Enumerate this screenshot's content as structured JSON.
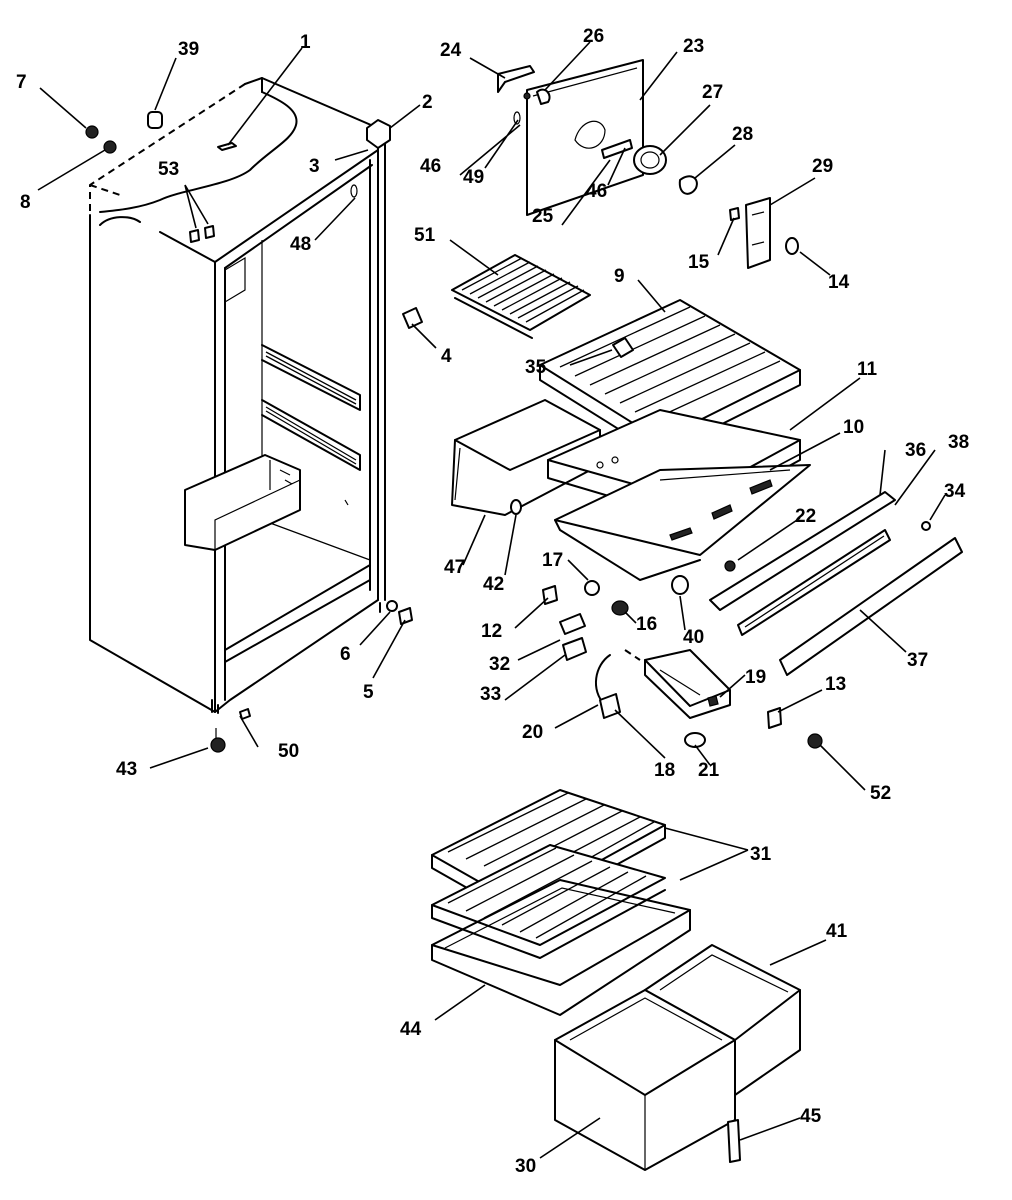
{
  "diagram": {
    "callouts": [
      {
        "id": "c1",
        "text": "1"
      },
      {
        "id": "c2",
        "text": "2"
      },
      {
        "id": "c3",
        "text": "3"
      },
      {
        "id": "c4",
        "text": "4"
      },
      {
        "id": "c5",
        "text": "5"
      },
      {
        "id": "c6",
        "text": "6"
      },
      {
        "id": "c7",
        "text": "7"
      },
      {
        "id": "c8",
        "text": "8"
      },
      {
        "id": "c9",
        "text": "9"
      },
      {
        "id": "c10",
        "text": "10"
      },
      {
        "id": "c11",
        "text": "11"
      },
      {
        "id": "c12",
        "text": "12"
      },
      {
        "id": "c13",
        "text": "13"
      },
      {
        "id": "c14",
        "text": "14"
      },
      {
        "id": "c15",
        "text": "15"
      },
      {
        "id": "c16",
        "text": "16"
      },
      {
        "id": "c17",
        "text": "17"
      },
      {
        "id": "c18",
        "text": "18"
      },
      {
        "id": "c19",
        "text": "19"
      },
      {
        "id": "c20",
        "text": "20"
      },
      {
        "id": "c21",
        "text": "21"
      },
      {
        "id": "c22",
        "text": "22"
      },
      {
        "id": "c23",
        "text": "23"
      },
      {
        "id": "c24",
        "text": "24"
      },
      {
        "id": "c25",
        "text": "25"
      },
      {
        "id": "c26",
        "text": "26"
      },
      {
        "id": "c27",
        "text": "27"
      },
      {
        "id": "c28",
        "text": "28"
      },
      {
        "id": "c29",
        "text": "29"
      },
      {
        "id": "c30",
        "text": "30"
      },
      {
        "id": "c31",
        "text": "31"
      },
      {
        "id": "c32",
        "text": "32"
      },
      {
        "id": "c33",
        "text": "33"
      },
      {
        "id": "c34",
        "text": "34"
      },
      {
        "id": "c35",
        "text": "35"
      },
      {
        "id": "c36",
        "text": "36"
      },
      {
        "id": "c37",
        "text": "37"
      },
      {
        "id": "c38",
        "text": "38"
      },
      {
        "id": "c39",
        "text": "39"
      },
      {
        "id": "c40",
        "text": "40"
      },
      {
        "id": "c41",
        "text": "41"
      },
      {
        "id": "c42",
        "text": "42"
      },
      {
        "id": "c43",
        "text": "43"
      },
      {
        "id": "c44",
        "text": "44"
      },
      {
        "id": "c45",
        "text": "45"
      },
      {
        "id": "c46a",
        "text": "46"
      },
      {
        "id": "c46b",
        "text": "46"
      },
      {
        "id": "c47",
        "text": "47"
      },
      {
        "id": "c48",
        "text": "48"
      },
      {
        "id": "c49",
        "text": "49"
      },
      {
        "id": "c50",
        "text": "50"
      },
      {
        "id": "c51",
        "text": "51"
      },
      {
        "id": "c52",
        "text": "52"
      },
      {
        "id": "c53",
        "text": "53"
      }
    ]
  }
}
